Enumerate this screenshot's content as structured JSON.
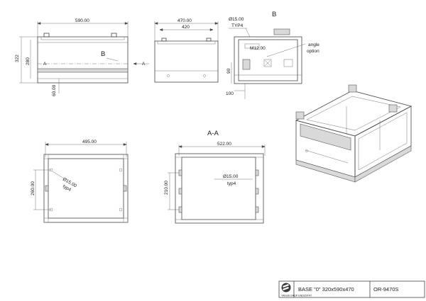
{
  "front_view": {
    "width_dim": "590.00",
    "height_dim": "322",
    "inner_height_dim": "280",
    "base_dim": "60.00",
    "section_left": "A",
    "section_right": "A",
    "view_marker": "B"
  },
  "side_view": {
    "outer_width": "470.00",
    "inner_width": "420"
  },
  "detail_b": {
    "title": "B",
    "hole_dim": "Ø15.00",
    "hole_count": "TYP4",
    "thread": "M12.00",
    "angle_label_1": "angle",
    "angle_label_2": "option",
    "side_dim": "90",
    "bottom_dim": "100"
  },
  "bottom_view": {
    "width_dim": "495.00",
    "height_dim": "260.00",
    "hole_dim": "Ø15.00",
    "hole_count": "typ4"
  },
  "section_view": {
    "title": "A-A",
    "width_dim": "522.00",
    "height_dim": "210.00",
    "hole_dim": "Ø15.00",
    "hole_count": "typ4"
  },
  "title_block": {
    "company": "YAKUB GRUP ENDÜSTRİ",
    "part_name": "BASE \"0\" 320x590x470",
    "part_number": "OR-9470S"
  }
}
